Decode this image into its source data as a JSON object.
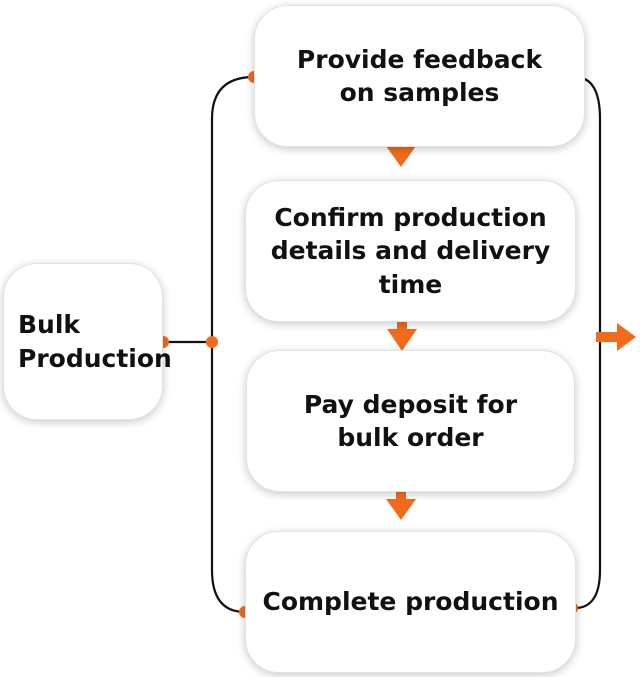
{
  "colors": {
    "accent": "#f26b1d",
    "line": "#111111"
  },
  "nodes": {
    "start": {
      "label": "Bulk Production"
    },
    "step1": {
      "label": "Provide feedback on samples"
    },
    "step2": {
      "label": "Confirm production details and delivery time"
    },
    "step3": {
      "label": "Pay deposit for bulk order"
    },
    "step4": {
      "label": "Complete production"
    }
  }
}
